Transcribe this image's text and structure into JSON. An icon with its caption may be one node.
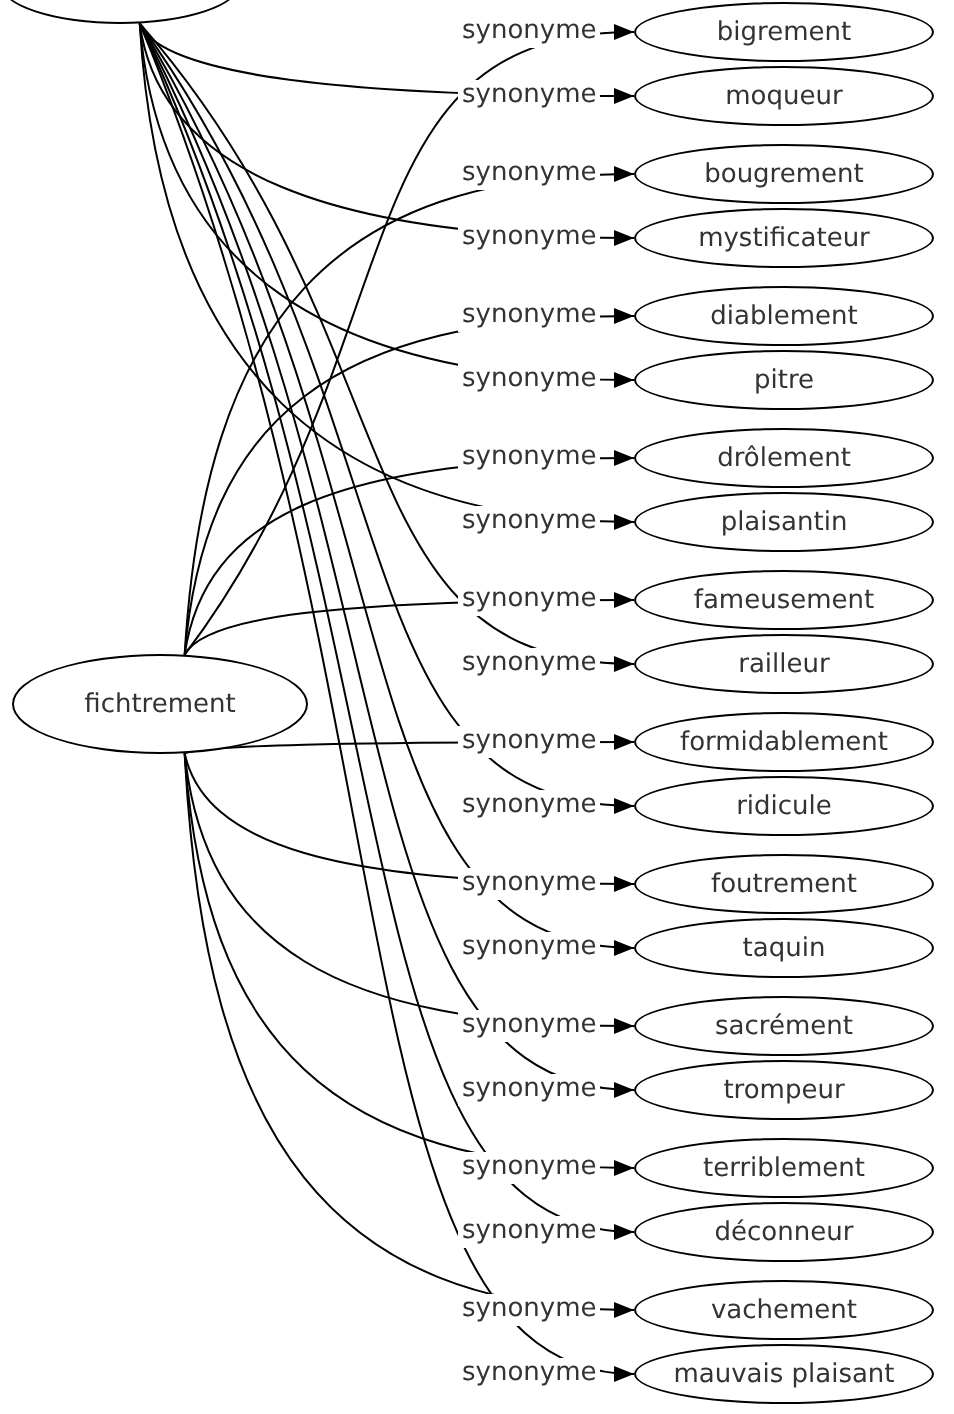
{
  "diagram": {
    "nodes": [
      {
        "text": [],
        "shape": "circle"
      },
      {
        "text": [
          "bigrement"
        ]
      },
      {
        "text": [
          "moqueur"
        ]
      },
      {
        "text": [
          "bougrement"
        ]
      },
      {
        "text": [
          "mystificateur"
        ]
      },
      {
        "text": [
          "diablement"
        ]
      },
      {
        "text": [
          "pitre"
        ]
      },
      {
        "text": [
          "drôlement"
        ]
      },
      {
        "text": [
          "plaisantin"
        ]
      },
      {
        "text": [
          "fameusement"
        ]
      },
      {
        "text": [
          "railleur"
        ]
      },
      {
        "text": [
          "fichtrement"
        ]
      },
      {
        "text": [
          "formidablement"
        ]
      },
      {
        "text": [
          "ridicule"
        ]
      },
      {
        "text": [
          "foutrement"
        ]
      },
      {
        "text": [
          "taquin"
        ]
      },
      {
        "text": [
          "sacrément"
        ]
      },
      {
        "text": [
          "trompeur"
        ]
      },
      {
        "text": [
          "terriblement"
        ]
      },
      {
        "text": [
          "déconneur"
        ]
      },
      {
        "text": [
          "mauvais plaisant"
        ]
      },
      {
        "text": [
          "vachement"
        ]
      }
    ],
    "edges": [
      {
        "from": 0,
        "to": 2,
        "arrow": "to",
        "label": "synonyme"
      },
      {
        "from": 0,
        "to": 4,
        "arrow": "to",
        "label": "synonyme"
      },
      {
        "from": 0,
        "to": 6,
        "arrow": "to",
        "label": "synonyme"
      },
      {
        "from": 0,
        "to": 8,
        "arrow": "to",
        "label": "synonyme"
      },
      {
        "from": 0,
        "to": 10,
        "arrow": "to",
        "label": "synonyme"
      },
      {
        "from": 0,
        "to": 13,
        "arrow": "to",
        "label": "synonyme"
      },
      {
        "from": 0,
        "to": 15,
        "arrow": "to",
        "label": "synonyme"
      },
      {
        "from": 0,
        "to": 17,
        "arrow": "to",
        "label": "synonyme"
      },
      {
        "from": 0,
        "to": 19,
        "arrow": "to",
        "label": "synonyme"
      },
      {
        "from": 0,
        "to": 20,
        "arrow": "to",
        "label": "synonyme"
      },
      {
        "from": 11,
        "to": 1,
        "arrow": "to",
        "label": "synonyme"
      },
      {
        "from": 11,
        "to": 3,
        "arrow": "to",
        "label": "synonyme"
      },
      {
        "from": 11,
        "to": 5,
        "arrow": "to",
        "label": "synonyme"
      },
      {
        "from": 11,
        "to": 7,
        "arrow": "to",
        "label": "synonyme"
      },
      {
        "from": 11,
        "to": 9,
        "arrow": "to",
        "label": "synonyme"
      },
      {
        "from": 11,
        "to": 12,
        "arrow": "to",
        "label": "synonyme"
      },
      {
        "from": 11,
        "to": 14,
        "arrow": "to",
        "label": "synonyme"
      },
      {
        "from": 11,
        "to": 16,
        "arrow": "to",
        "label": "synonyme"
      },
      {
        "from": 11,
        "to": 18,
        "arrow": "to",
        "label": "synonyme"
      },
      {
        "from": 11,
        "to": 21,
        "arrow": "to",
        "label": "synonyme"
      }
    ]
  }
}
